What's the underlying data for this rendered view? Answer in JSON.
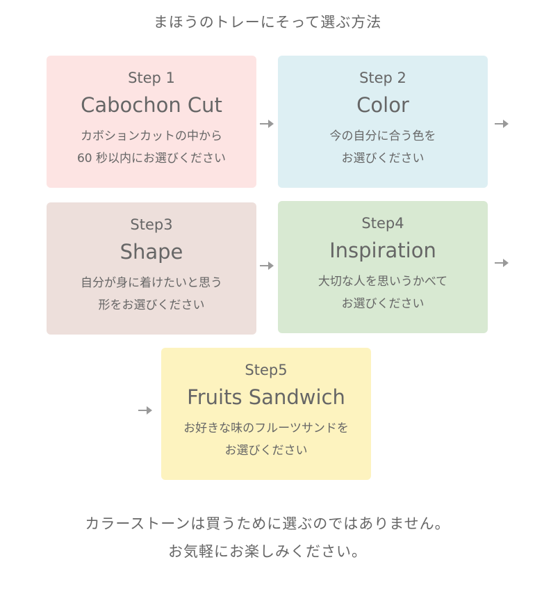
{
  "title": "まほうのトレーにそって選ぶ方法",
  "steps": [
    {
      "label": "Step 1",
      "title": "Cabochon Cut",
      "description": "カボションカットの中から\n60 秒以内にお選びください"
    },
    {
      "label": "Step 2",
      "title": "Color",
      "description": "今の自分に合う色を\nお選びください"
    },
    {
      "label": "Step3",
      "title": "Shape",
      "description": "自分が身に着けたいと思う\n形をお選びください"
    },
    {
      "label": "Step4",
      "title": "Inspiration",
      "description": "大切な人を思いうかべて\nお選びください"
    },
    {
      "label": "Step5",
      "title": "Fruits Sandwich",
      "description": "お好きな味のフルーツサンドを\nお選びください"
    }
  ],
  "footer": {
    "line1": "カラーストーンは買うために選ぶのではありません。",
    "line2": "お気軽にお楽しみください。"
  },
  "colors": {
    "step1": "#fde4e3",
    "step2": "#ddeff3",
    "step3": "#eddfdb",
    "step4": "#d8e9d2",
    "step5": "#fdf3bf",
    "arrow": "#999999"
  },
  "icons": [
    "arrow-right-icon"
  ]
}
